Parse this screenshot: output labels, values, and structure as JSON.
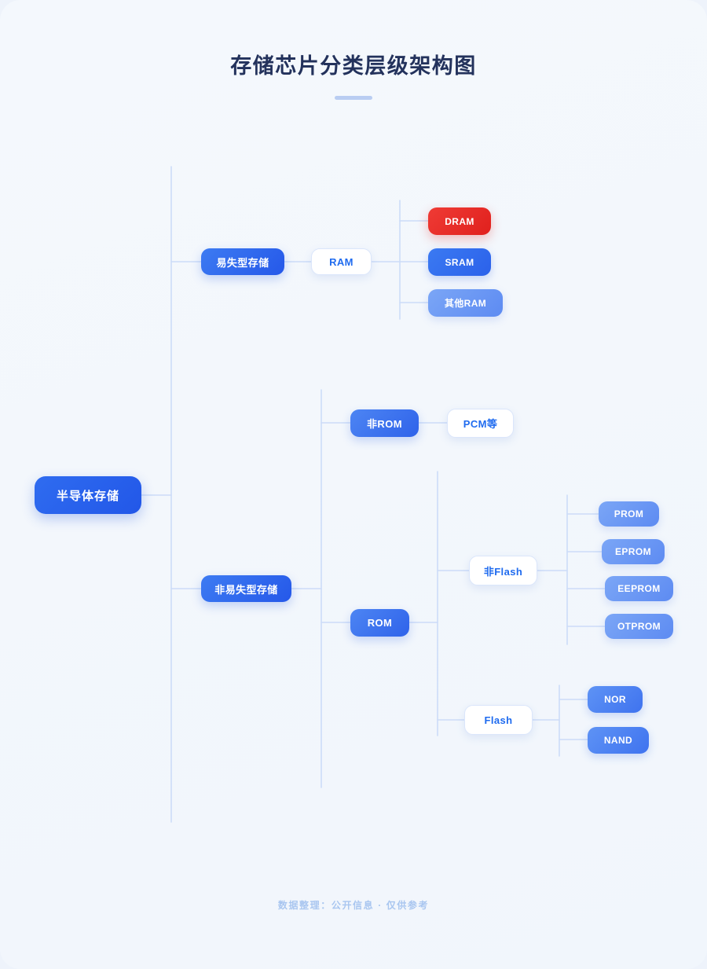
{
  "header": {
    "title": "存储芯片分类层级架构图"
  },
  "footer": {
    "text": "数据整理：公开信息 · 仅供参考"
  },
  "colors": {
    "background": "#f2f7fc",
    "title": "#23325c",
    "root_node": "#2257e8",
    "level1_node": "#2f6cf0",
    "card_border": "#dbe6fb",
    "card_text": "#1f6bef",
    "leaf_dark": "#2b61ea",
    "leaf_mid": "#4470e8",
    "leaf_light": "#6d9bf4",
    "accent_highlight": "#e0201d",
    "connector": "#ccdcf8",
    "footer_text": "#a9c6f0",
    "underline": "#b9cdf2"
  },
  "chart_data": {
    "type": "tree-diagram",
    "title": "存储芯片分类层级架构图",
    "orientation": "left-to-right",
    "levels": 4,
    "root": "半导体存储",
    "nodes": [
      {
        "id": "root",
        "label": "半导体存储",
        "level": 0,
        "style": "root",
        "parent": null
      },
      {
        "id": "volatile",
        "label": "易失型存储",
        "level": 1,
        "style": "lvl1",
        "parent": "root"
      },
      {
        "id": "nonvol",
        "label": "非易失型存储",
        "level": 1,
        "style": "lvl1",
        "parent": "root"
      },
      {
        "id": "ram",
        "label": "RAM",
        "level": 2,
        "style": "card",
        "parent": "volatile"
      },
      {
        "id": "dram",
        "label": "DRAM",
        "level": 3,
        "style": "leaf-accent",
        "parent": "ram"
      },
      {
        "id": "sram",
        "label": "SRAM",
        "level": 3,
        "style": "leaf-dark",
        "parent": "ram"
      },
      {
        "id": "otherram",
        "label": "其他RAM",
        "level": 3,
        "style": "leaf-light",
        "parent": "ram"
      },
      {
        "id": "nonrom",
        "label": "非ROM",
        "level": 2,
        "style": "lvl2-solid",
        "parent": "nonvol"
      },
      {
        "id": "pcm",
        "label": "PCM等",
        "level": 3,
        "style": "card",
        "parent": "nonrom"
      },
      {
        "id": "rom",
        "label": "ROM",
        "level": 2,
        "style": "lvl2-solid",
        "parent": "nonvol"
      },
      {
        "id": "nonflash",
        "label": "非Flash",
        "level": 3,
        "style": "card",
        "parent": "rom"
      },
      {
        "id": "prom",
        "label": "PROM",
        "level": 4,
        "style": "leaf-light",
        "parent": "nonflash"
      },
      {
        "id": "eprom",
        "label": "EPROM",
        "level": 4,
        "style": "leaf-light",
        "parent": "nonflash"
      },
      {
        "id": "eeprom",
        "label": "EEPROM",
        "level": 4,
        "style": "leaf-light",
        "parent": "nonflash"
      },
      {
        "id": "otprom",
        "label": "OTPROM",
        "level": 4,
        "style": "leaf-light",
        "parent": "nonflash"
      },
      {
        "id": "flash",
        "label": "Flash",
        "level": 3,
        "style": "card",
        "parent": "rom"
      },
      {
        "id": "nor",
        "label": "NOR",
        "level": 4,
        "style": "leaf-mid",
        "parent": "flash"
      },
      {
        "id": "nand",
        "label": "NAND",
        "level": 4,
        "style": "leaf-mid",
        "parent": "flash"
      }
    ],
    "highlighted": [
      "DRAM"
    ],
    "notes": "DRAM is rendered in red to mark it as the emphasized category; all other nodes use the blue palette."
  }
}
